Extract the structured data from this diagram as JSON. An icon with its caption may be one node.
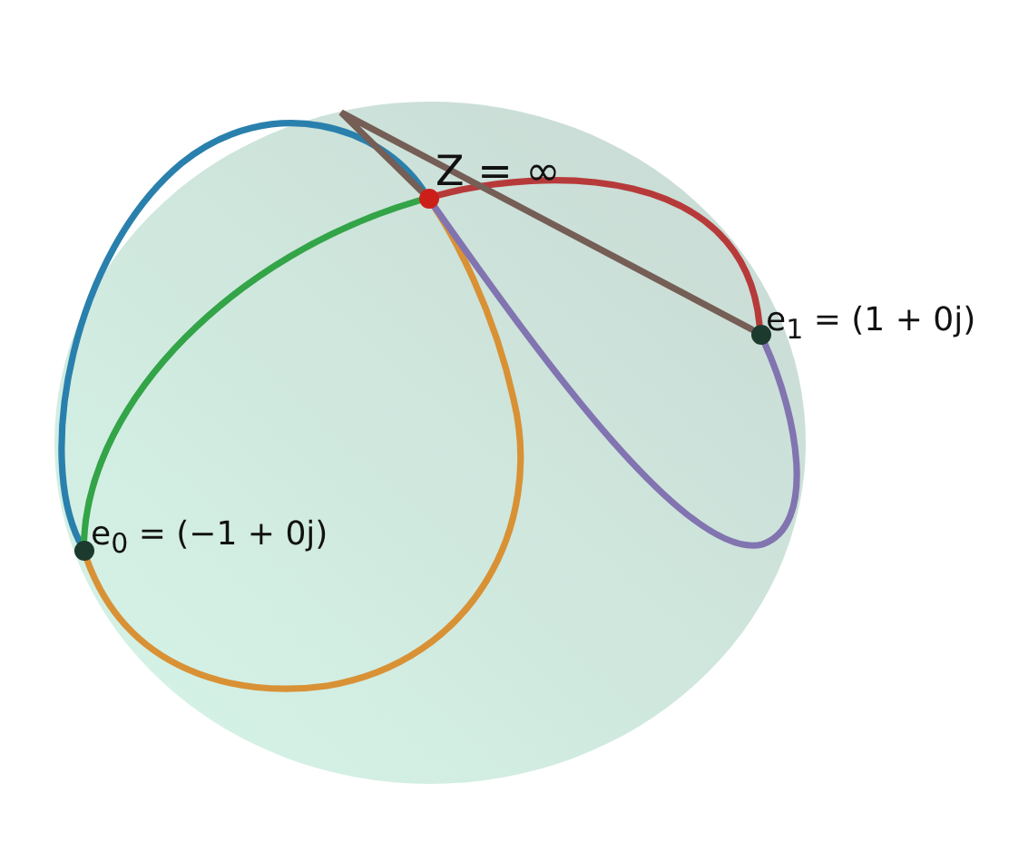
{
  "diagram": {
    "nodes": [
      {
        "text": [],
        "shape": "circle",
        "beside": [
          "Z = ∞"
        ]
      },
      {
        "text": [],
        "shape": "circle",
        "beside": [
          "e$_{0}$ = (−1 + 0j)"
        ]
      },
      {
        "text": [],
        "shape": "circle",
        "beside": [
          "e$_{1}$ = (1 + 0j)"
        ]
      }
    ],
    "edges": [
      {
        "from": 1,
        "to": 0,
        "arrow": "none",
        "color": "#2a80ad"
      },
      {
        "from": 1,
        "to": 0,
        "arrow": "none",
        "color": "#33a447"
      },
      {
        "from": 1,
        "to": 0,
        "arrow": "none",
        "color": "#d99135"
      },
      {
        "from": 0,
        "to": 2,
        "arrow": "none",
        "color": "#b73a3a"
      },
      {
        "from": 0,
        "to": 2,
        "arrow": "none",
        "color": "#8174b0"
      },
      {
        "from": 0,
        "to": 2,
        "arrow": "none",
        "color": "#755e55"
      }
    ]
  }
}
